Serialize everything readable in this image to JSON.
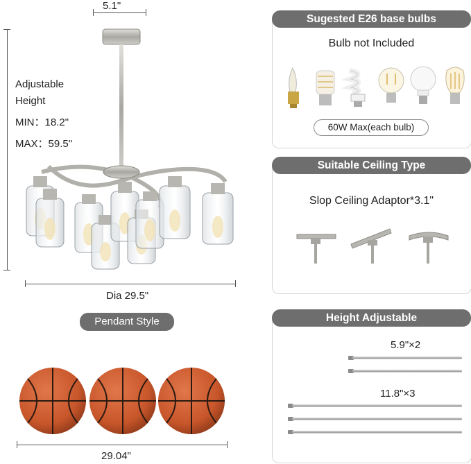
{
  "dimensions": {
    "canopy_width": "5.1\"",
    "adjustable_height_line1": "Adjustable",
    "adjustable_height_line2": "Height",
    "min_height": "MIN：18.2\"",
    "max_height": "MAX：59.5\"",
    "diameter": "Dia 29.5\"",
    "basketball_width": "29.04\""
  },
  "pendant_style_label": "Pendant Style",
  "bulbs_panel": {
    "title": "Sugested E26 base bulbs",
    "subtitle": "Bulb not Included",
    "note": "60W Max(each bulb)",
    "bulb_icons": [
      "candle-bulb-icon",
      "corn-bulb-icon",
      "spiral-cfl-bulb-icon",
      "filament-globe-bulb-icon",
      "led-a19-bulb-icon",
      "edison-st-bulb-icon"
    ]
  },
  "ceiling_panel": {
    "title": "Suitable Ceiling Type",
    "subtitle": "Slop Ceiling Adaptor*3.1\"",
    "ceiling_icons": [
      "flat-ceiling-icon",
      "sloped-ceiling-icon",
      "vaulted-ceiling-icon"
    ]
  },
  "height_panel": {
    "title": "Height Adjustable",
    "short_rods_label": "5.9\"×2",
    "long_rods_label": "11.8\"×3"
  },
  "colors": {
    "header_gray": "#6e6e6e",
    "basketball_orange": "#c8562b",
    "metal_nickel": "#b8b6b0"
  }
}
